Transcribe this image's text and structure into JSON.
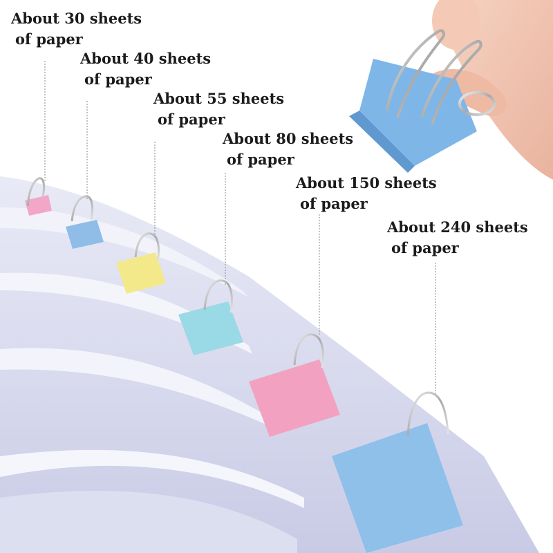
{
  "labels": [
    {
      "line1": "About 30 sheets",
      "line2": "of paper"
    },
    {
      "line1": "About 40 sheets",
      "line2": "of paper"
    },
    {
      "line1": "About 55 sheets",
      "line2": "of paper"
    },
    {
      "line1": "About 80 sheets",
      "line2": "of paper"
    },
    {
      "line1": "About 150 sheets",
      "line2": "of paper"
    },
    {
      "line1": "About 240 sheets",
      "line2": "of paper"
    }
  ],
  "clips": [
    {
      "color": "#f2a7c8",
      "holds": "About 30 sheets of paper"
    },
    {
      "color": "#8fbde8",
      "holds": "About 40 sheets of paper"
    },
    {
      "color": "#f3e98a",
      "holds": "About 55 sheets of paper"
    },
    {
      "color": "#9ad9e6",
      "holds": "About 80 sheets of paper"
    },
    {
      "color": "#f2a2c0",
      "holds": "About 150 sheets of paper"
    },
    {
      "color": "#8ec0ea",
      "holds": "About 240 sheets of paper"
    }
  ],
  "hand_clip_color": "#7fb6e8",
  "paper_color": "#d9dbef"
}
